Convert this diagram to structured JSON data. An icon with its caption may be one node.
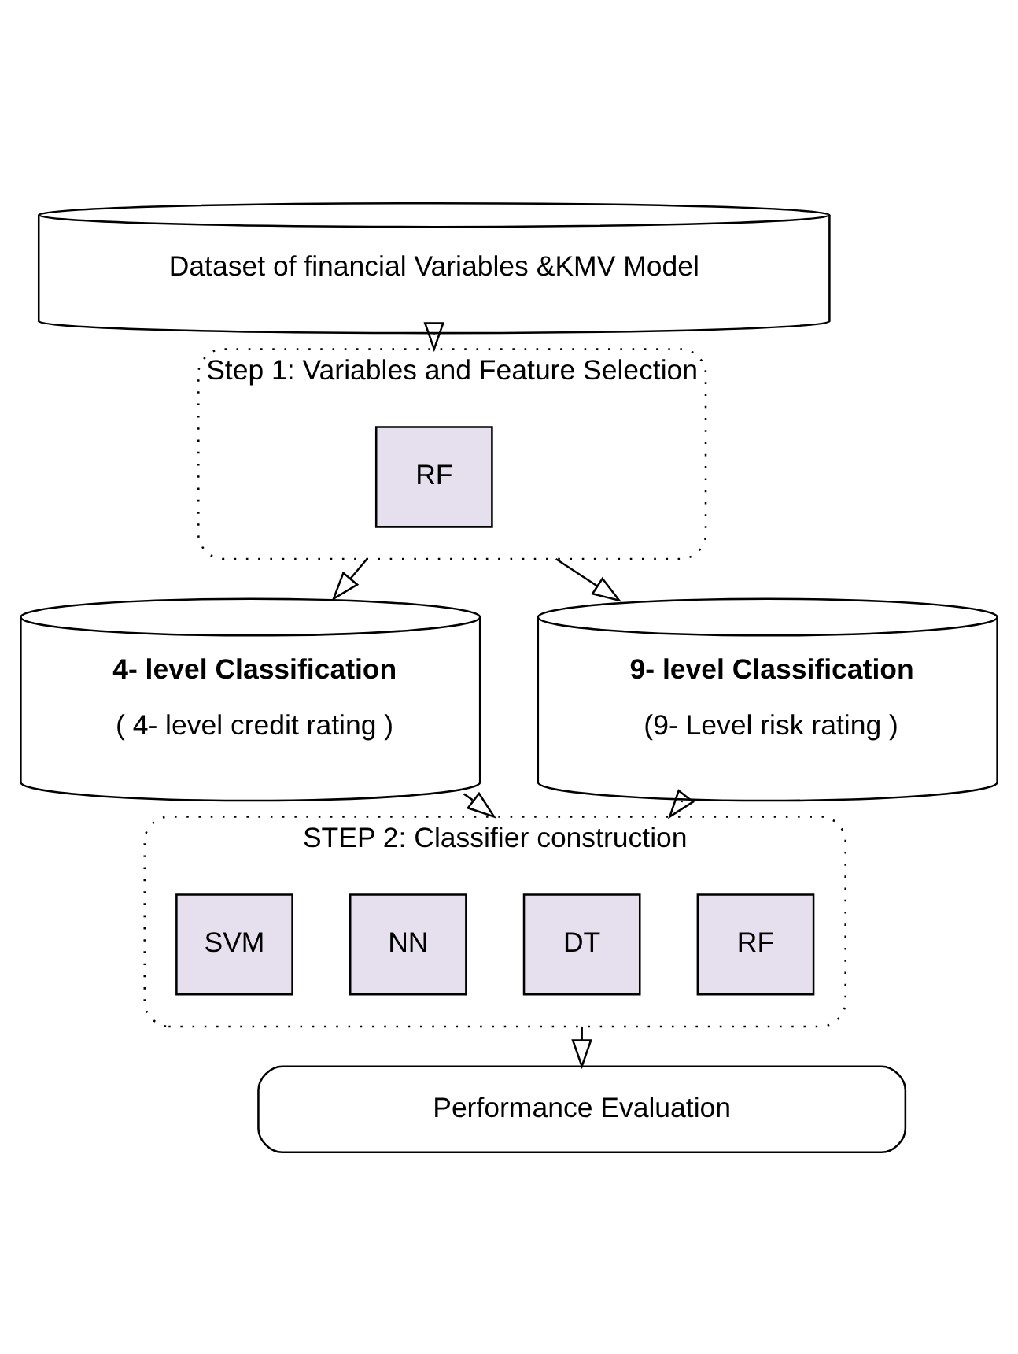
{
  "diagram": {
    "nodes": [
      {
        "text": [
          "Dataset of financial Variables &KMV Model"
        ]
      },
      {
        "text": [
          "Step 1: Variables and Feature Selection"
        ]
      },
      {
        "text": [
          "RF"
        ],
        "in": 1
      },
      {
        "text": [
          "4- level Classification",
          "( 4- level credit rating )"
        ]
      },
      {
        "text": [
          "9- level Classification",
          "(9- Level risk rating )"
        ]
      },
      {
        "text": [
          "STEP 2: Classifier construction"
        ]
      },
      {
        "text": [
          "RF"
        ],
        "in": 5
      },
      {
        "text": [
          "DT"
        ],
        "in": 5
      },
      {
        "text": [
          "NN"
        ],
        "in": 5
      },
      {
        "text": [
          "SVM"
        ],
        "in": 5
      },
      {
        "text": [
          "Performance Evaluation"
        ]
      }
    ],
    "edges": [
      {
        "from": 0,
        "to": 1,
        "arrow": "to"
      },
      {
        "from": 1,
        "to": 3,
        "arrow": "to"
      },
      {
        "from": 1,
        "to": 4,
        "arrow": "to"
      },
      {
        "from": 3,
        "to": 5,
        "arrow": "to"
      },
      {
        "from": 4,
        "to": 5,
        "arrow": "to"
      },
      {
        "from": 5,
        "to": 10,
        "arrow": "to"
      }
    ]
  }
}
